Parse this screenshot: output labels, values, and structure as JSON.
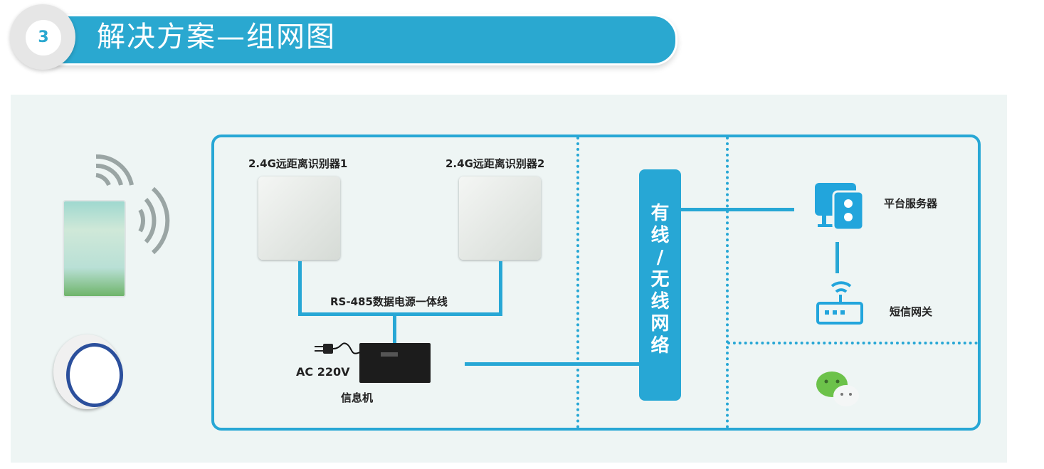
{
  "header": {
    "step_number": "3",
    "title": "解决方案—组网图"
  },
  "devices": {
    "reader1": "2.4G远距离识别器1",
    "reader2": "2.4G远距离识别器2",
    "cable": "RS-485数据电源一体线",
    "power": "AC 220V",
    "info_machine": "信息机",
    "network": [
      "有",
      "线",
      "/",
      "无",
      "线",
      "网",
      "络"
    ],
    "server": "平台服务器",
    "sms_gateway": "短信网关"
  },
  "colors": {
    "accent": "#27a7d5",
    "panel": "#eef5f4"
  }
}
